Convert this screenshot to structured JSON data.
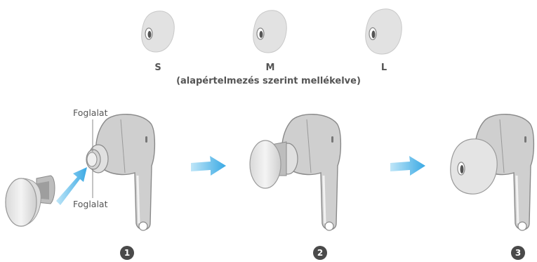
{
  "sizes": {
    "small": "S",
    "medium": "M",
    "large": "L",
    "note": "(alapértelmezés szerint mellékelve)"
  },
  "callouts": {
    "top": "Foglalat",
    "bottom": "Foglalat"
  },
  "steps": [
    "1",
    "2",
    "3"
  ],
  "colors": {
    "tip": "#e6e6e6",
    "earbud": "#cfcfcf",
    "outline": "#8a8a8a",
    "arrow": "#4fb3e8",
    "badge": "#4a4a4a"
  }
}
